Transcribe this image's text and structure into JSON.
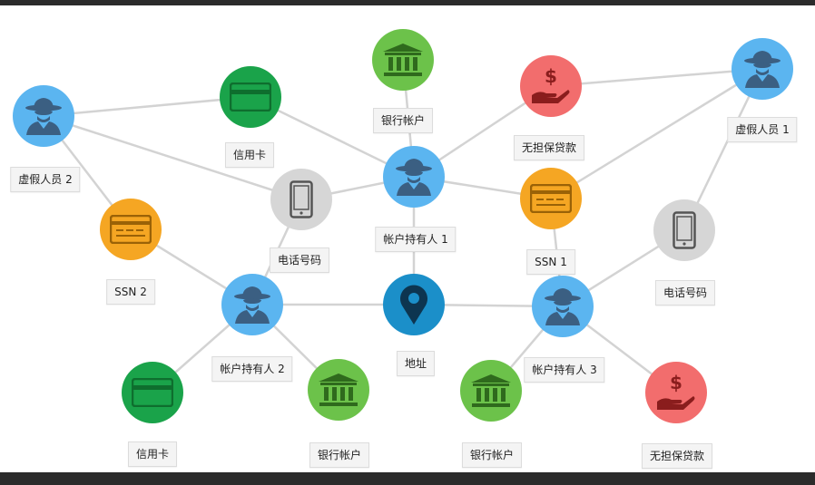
{
  "colors": {
    "person": "#5bb5f0",
    "card": "#1aa34a",
    "bank": "#6cc24a",
    "loan": "#f26d6d",
    "ssn": "#f5a623",
    "phone": "#d6d6d6",
    "address": "#1b8fc9",
    "edge": "#d3d3d3"
  },
  "nodes": [
    {
      "id": "fake2",
      "icon": "spy-icon",
      "label": "虚假人员 2"
    },
    {
      "id": "card_top",
      "icon": "credit-card-icon",
      "label": "信用卡"
    },
    {
      "id": "bank_top",
      "icon": "bank-icon",
      "label": "银行帐户"
    },
    {
      "id": "loan_top",
      "icon": "loan-icon",
      "label": "无担保贷款"
    },
    {
      "id": "fake1",
      "icon": "spy-icon",
      "label": "虚假人员 1"
    },
    {
      "id": "phone_mid",
      "icon": "phone-icon",
      "label": "电话号码"
    },
    {
      "id": "holder1",
      "icon": "spy-icon",
      "label": "帐户持有人 1"
    },
    {
      "id": "ssn1",
      "icon": "ssn-card-icon",
      "label": "SSN 1"
    },
    {
      "id": "phone_right",
      "icon": "phone-icon",
      "label": "电话号码"
    },
    {
      "id": "ssn2",
      "icon": "ssn-card-icon",
      "label": "SSN 2"
    },
    {
      "id": "holder2",
      "icon": "spy-icon",
      "label": "帐户持有人 2"
    },
    {
      "id": "address",
      "icon": "location-pin-icon",
      "label": "地址"
    },
    {
      "id": "holder3",
      "icon": "spy-icon",
      "label": "帐户持有人 3"
    },
    {
      "id": "card_bottom",
      "icon": "credit-card-icon",
      "label": "信用卡"
    },
    {
      "id": "bank_bottom_left",
      "icon": "bank-icon",
      "label": "银行帐户"
    },
    {
      "id": "bank_bottom_right",
      "icon": "bank-icon",
      "label": "银行帐户"
    },
    {
      "id": "loan_bottom",
      "icon": "loan-icon",
      "label": "无担保贷款"
    }
  ],
  "edges": [
    [
      "fake2",
      "card_top"
    ],
    [
      "card_top",
      "holder1"
    ],
    [
      "fake2",
      "phone_mid"
    ],
    [
      "fake2",
      "ssn2"
    ],
    [
      "phone_mid",
      "holder1"
    ],
    [
      "phone_mid",
      "holder2"
    ],
    [
      "bank_top",
      "holder1"
    ],
    [
      "holder1",
      "loan_top"
    ],
    [
      "loan_top",
      "fake1"
    ],
    [
      "holder1",
      "ssn1"
    ],
    [
      "ssn1",
      "fake1"
    ],
    [
      "fake1",
      "phone_right"
    ],
    [
      "phone_right",
      "holder3"
    ],
    [
      "holder1",
      "address"
    ],
    [
      "ssn2",
      "holder2"
    ],
    [
      "holder2",
      "address"
    ],
    [
      "address",
      "holder3"
    ],
    [
      "ssn1",
      "holder3"
    ],
    [
      "holder2",
      "card_bottom"
    ],
    [
      "holder2",
      "bank_bottom_left"
    ],
    [
      "holder3",
      "bank_bottom_right"
    ],
    [
      "holder3",
      "loan_bottom"
    ]
  ]
}
